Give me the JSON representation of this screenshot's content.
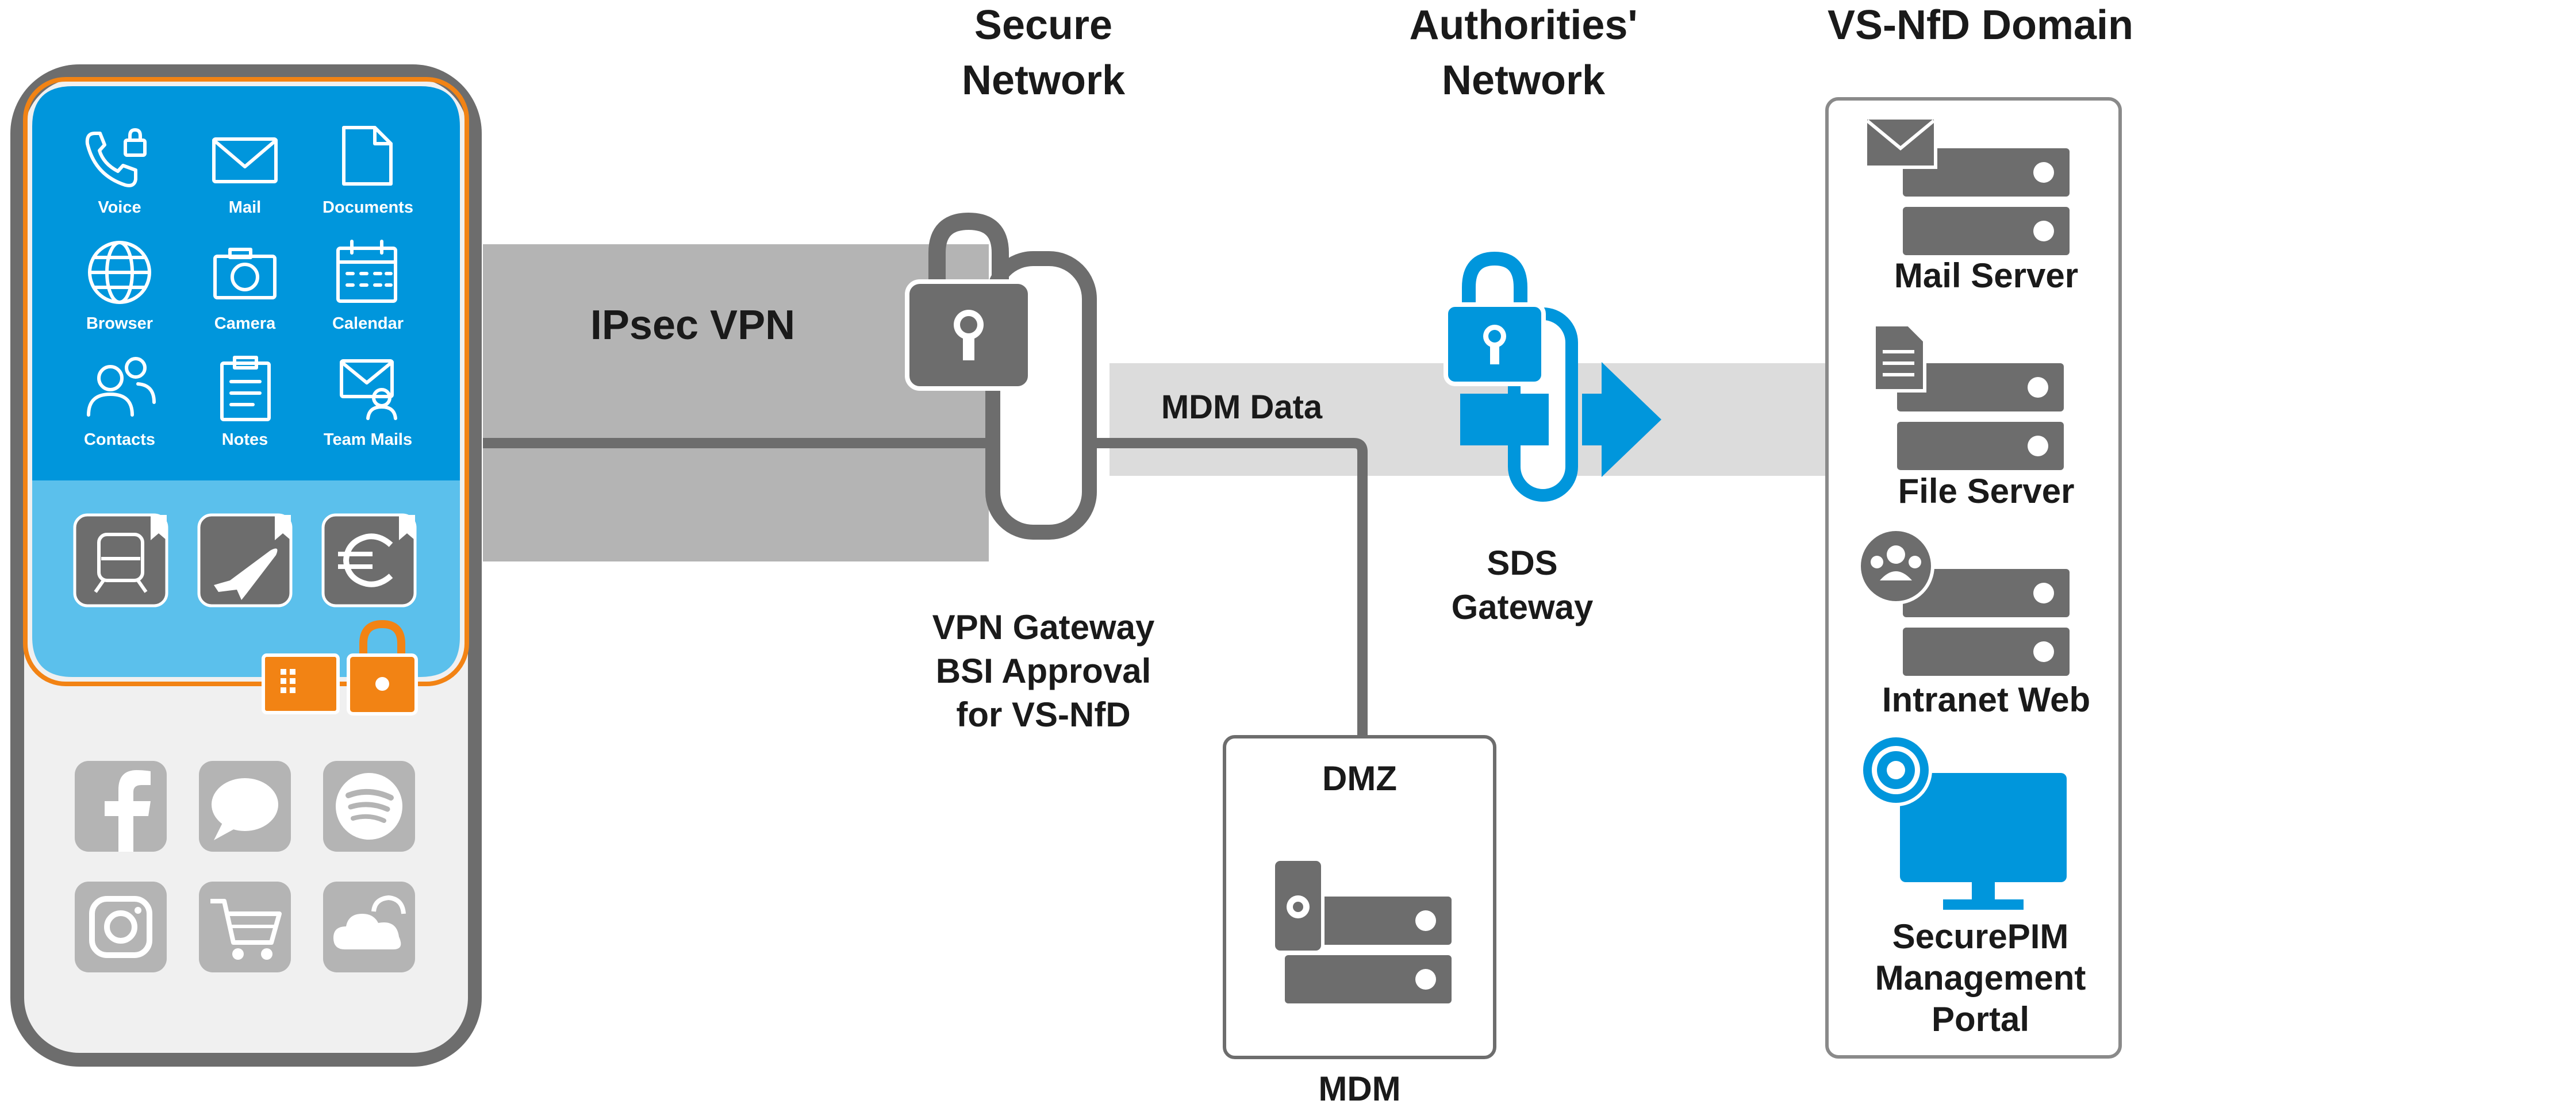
{
  "headers": {
    "secure_network": [
      "Secure",
      "Network"
    ],
    "authorities_network": [
      "Authorities'",
      "Network"
    ],
    "vs_nfd_domain": "VS-NfD Domain"
  },
  "tunnel": {
    "ipsec_label": "IPsec VPN",
    "mdm_data_label": "MDM Data"
  },
  "vpn_gateway": [
    "VPN Gateway",
    "BSI Approval",
    "for VS-NfD"
  ],
  "sds_gateway": [
    "SDS",
    "Gateway"
  ],
  "dmz": {
    "title": "DMZ",
    "caption": "MDM"
  },
  "phone": {
    "secure_apps": [
      {
        "label": "Voice",
        "icon": "phone-lock-icon"
      },
      {
        "label": "Mail",
        "icon": "envelope-icon"
      },
      {
        "label": "Documents",
        "icon": "document-icon"
      },
      {
        "label": "Browser",
        "icon": "globe-icon"
      },
      {
        "label": "Camera",
        "icon": "camera-icon"
      },
      {
        "label": "Calendar",
        "icon": "calendar-icon"
      },
      {
        "label": "Contacts",
        "icon": "contacts-icon"
      },
      {
        "label": "Notes",
        "icon": "clipboard-icon"
      },
      {
        "label": "Team Mails",
        "icon": "team-mail-icon"
      }
    ],
    "bookmarked_apps": [
      "train-icon",
      "airplane-icon",
      "euro-icon"
    ],
    "private_apps": [
      "facebook-icon",
      "chat-bubble-icon",
      "spotify-icon",
      "instagram-icon",
      "shopping-cart-icon",
      "cloud-icon"
    ]
  },
  "domain_servers": [
    {
      "label": "Mail Server",
      "icon": "envelope-icon"
    },
    {
      "label": "File Server",
      "icon": "document-icon"
    },
    {
      "label": "Intranet Web",
      "icon": "people-icon"
    },
    {
      "label": [
        "SecurePIM",
        "Management",
        "Portal"
      ],
      "icon": "gear-monitor-icon"
    }
  ],
  "colors": {
    "blue": "#0096dc",
    "light_blue": "#5bc0ec",
    "orange": "#f28314",
    "dark_gray": "#6d6d6d",
    "mid_gray": "#b4b4b4",
    "light_gray": "#dcdcdc"
  }
}
